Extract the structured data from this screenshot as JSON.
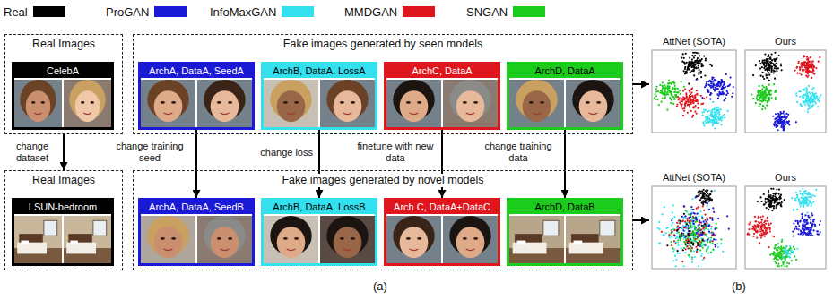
{
  "diagram": {
    "nodes": [
      {
        "text": [
          "Real Images"
        ]
      },
      {
        "text": [
          "CelebA"
        ],
        "in": 0
      },
      {
        "text": [
          "Fake images generated by seen models"
        ]
      },
      {
        "text": [
          "ArchA, DataA, SeedA"
        ],
        "in": 2
      },
      {
        "text": [
          "ArchB, DataA, LossA"
        ],
        "in": 2
      },
      {
        "text": [
          "ArchC, DataA"
        ],
        "in": 2
      },
      {
        "text": [
          "ArchD, DataA"
        ],
        "in": 2
      },
      {
        "text": [
          "Real Images"
        ]
      },
      {
        "text": [
          "LSUN-bedroom"
        ],
        "in": 7
      },
      {
        "text": [
          "Fake images generated by novel models"
        ]
      },
      {
        "text": [
          "ArchA, DataA, SeedB"
        ],
        "in": 9
      },
      {
        "text": [
          "ArchB, DataA, LossB"
        ],
        "in": 9
      },
      {
        "text": [
          "Arch C, DataA+DataC"
        ],
        "in": 9
      },
      {
        "text": [
          "ArchD, DataB"
        ],
        "in": 9
      },
      {
        "text": [
          "AttNet (SOTA)"
        ]
      },
      {
        "text": [
          "Ours"
        ]
      },
      {
        "text": [
          "AttNet (SOTA)"
        ]
      },
      {
        "text": [
          "Ours"
        ]
      }
    ],
    "edges": [
      {
        "from": 0,
        "to": 7,
        "label": "change dataset",
        "arrow": "to"
      },
      {
        "from": 3,
        "to": 10,
        "label": "change training seed",
        "arrow": "to"
      },
      {
        "from": 4,
        "to": 11,
        "label": "change loss",
        "arrow": "to"
      },
      {
        "from": 5,
        "to": 12,
        "label": "finetune with new data",
        "arrow": "to"
      },
      {
        "from": 6,
        "to": 13,
        "label": "change training data",
        "arrow": "to"
      },
      {
        "from": 2,
        "to": 14,
        "arrow": "to"
      },
      {
        "from": 9,
        "to": 16,
        "arrow": "to"
      }
    ],
    "labels": [
      "(a)",
      "(b)"
    ],
    "legend": [
      {
        "text": "Real",
        "color": "#000000"
      },
      {
        "text": "ProGAN",
        "color": "#1a1ad6"
      },
      {
        "text": "InfoMaxGAN",
        "color": "#33e0ee"
      },
      {
        "text": "MMDGAN",
        "color": "#e0161e"
      },
      {
        "text": "SNGAN",
        "color": "#1ccc1c"
      }
    ]
  }
}
